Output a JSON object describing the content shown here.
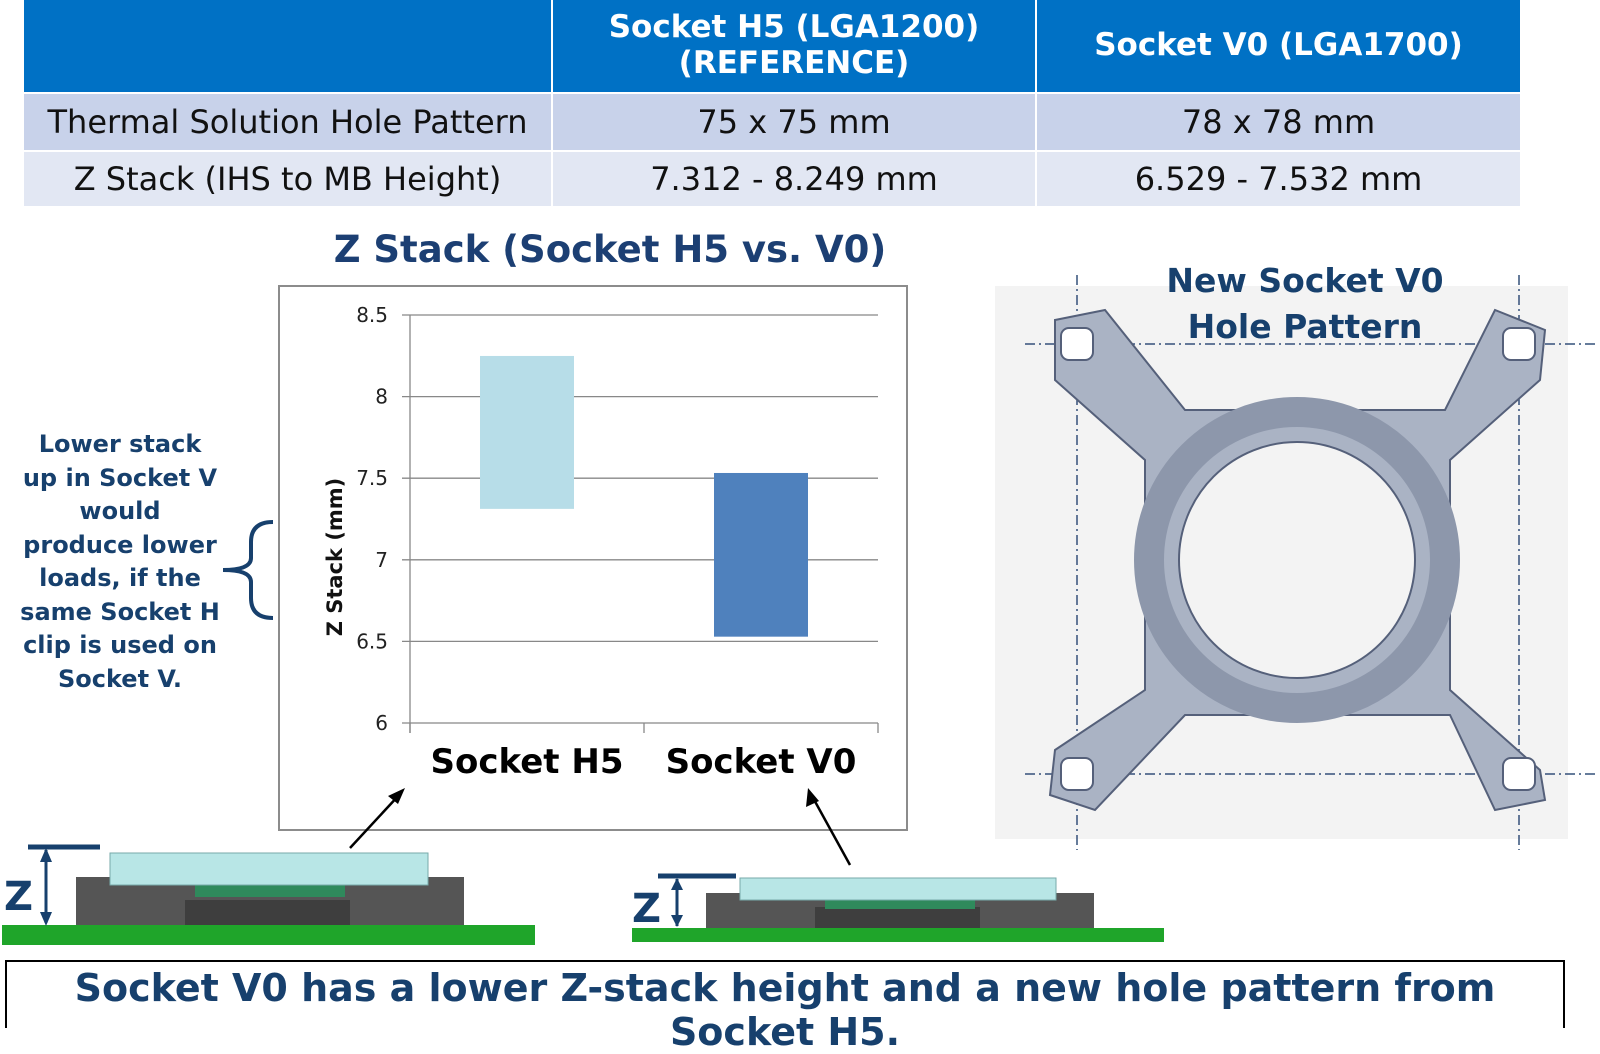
{
  "table": {
    "headers": [
      "",
      "Socket H5 (LGA1200)\n(REFERENCE)",
      "Socket V0 (LGA1700)"
    ],
    "header_h5_line1": "Socket H5 (LGA1200)",
    "header_h5_line2": "(REFERENCE)",
    "header_v0": "Socket V0 (LGA1700)",
    "rows": [
      {
        "label": "Thermal Solution Hole Pattern",
        "h5": "75 x 75 mm",
        "v0": "78 x 78 mm"
      },
      {
        "label": "Z Stack (IHS to MB Height)",
        "h5": "7.312 - 8.249 mm",
        "v0": "6.529 - 7.532 mm"
      }
    ]
  },
  "chart_data": {
    "type": "bar",
    "subtype": "floating-range",
    "title": "Z Stack (Socket H5 vs. V0)",
    "xlabel": "",
    "ylabel": "Z Stack (mm)",
    "ylim": [
      6,
      8.5
    ],
    "yticks": [
      "6",
      "6.5",
      "7",
      "7.5",
      "8",
      "8.5"
    ],
    "grid": true,
    "categories": [
      "Socket H5",
      "Socket V0"
    ],
    "ranges": [
      [
        7.312,
        8.249
      ],
      [
        6.529,
        7.532
      ]
    ],
    "colors": [
      "#b7dde8",
      "#4f81bd"
    ]
  },
  "annotation": "Lower stack up in Socket V would produce lower loads, if the same Socket H clip is used on Socket V.",
  "annotation_lines": [
    "Lower stack",
    "up in Socket V",
    "would",
    "produce lower",
    "loads, if the",
    "same Socket H",
    "clip is used on",
    "Socket V."
  ],
  "hole_pattern_title_1": "New Socket V0",
  "hole_pattern_title_2": "Hole Pattern",
  "z_label": "Z",
  "banner": "Socket V0 has a lower Z-stack height and a new hole pattern from Socket H5.",
  "colors": {
    "header_blue": "#0071c5",
    "text_blue": "#17406d",
    "pcb_green": "#1fa52a"
  }
}
